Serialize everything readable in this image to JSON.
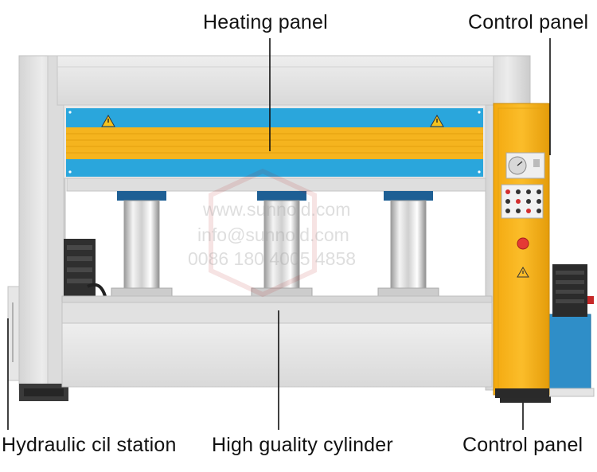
{
  "labels": {
    "heating_panel": "Heating panel",
    "control_panel_top": "Control panel",
    "hydraulic_station": "Hydraulic cil station",
    "cylinder": "High guality cylinder",
    "control_panel_bottom": "Control panel"
  },
  "watermark": {
    "website": "www.sunnold.com",
    "email": "info@sunnold.com",
    "phone": "0086 180 4005 4858"
  },
  "colors": {
    "frame": "#e4e4e4",
    "heating_blue": "#2aa6dc",
    "heating_yellow": "#f5b41e",
    "control_cabinet": "#f8b820",
    "cylinder_flange": "#1e5f94",
    "hydraulic_tank": "#2f8ec8",
    "motor": "#2b2b2b"
  },
  "icons": [
    "warning-triangle-icon",
    "pressure-gauge-icon",
    "emergency-stop-icon"
  ]
}
